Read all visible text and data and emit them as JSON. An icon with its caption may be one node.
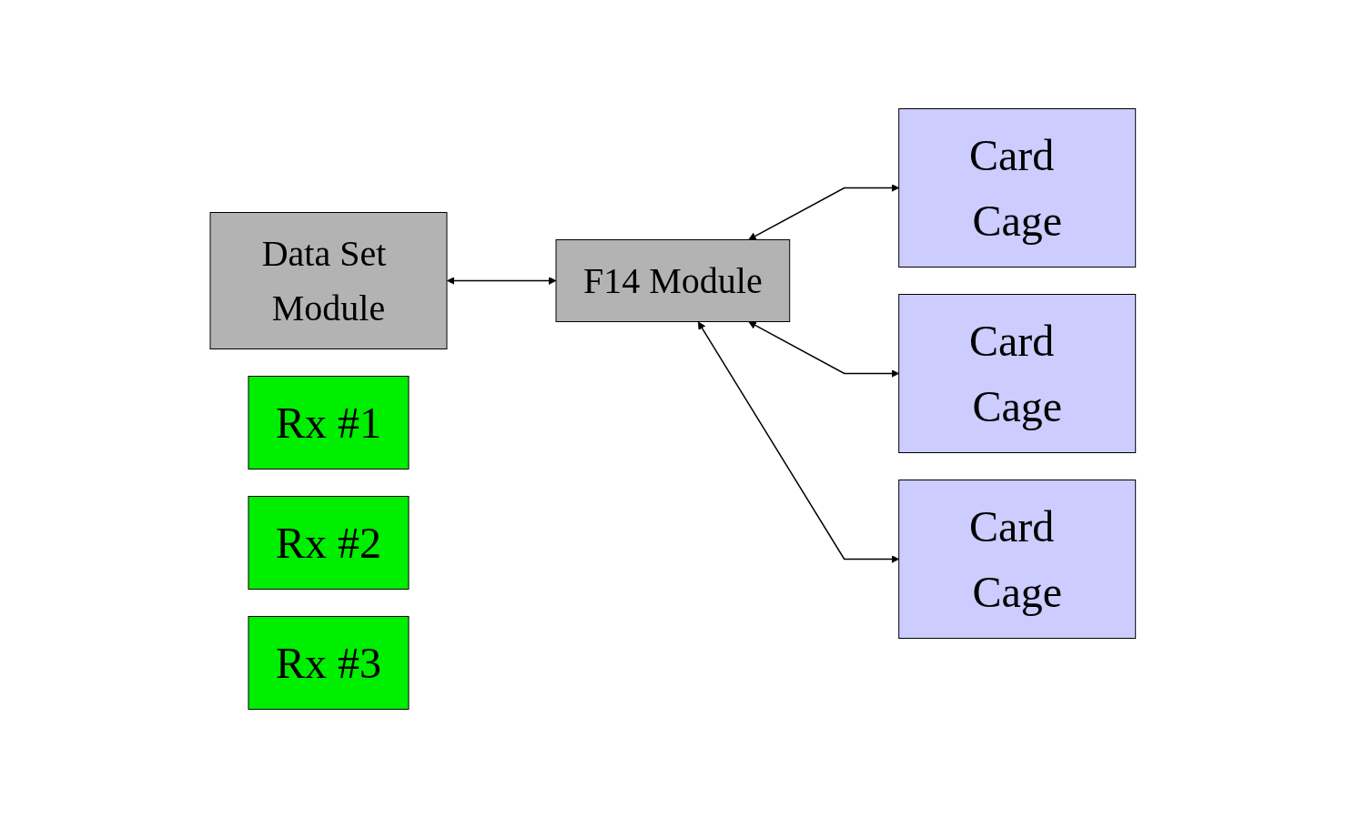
{
  "diagram": {
    "nodes": [
      {
        "text": [
          "Data Set Module"
        ]
      },
      {
        "text": [
          "F14 Module"
        ]
      },
      {
        "text": [
          "Card Cage"
        ]
      },
      {
        "text": [
          "Rx #1"
        ]
      },
      {
        "text": [
          "Card Cage"
        ]
      },
      {
        "text": [
          "Rx #2"
        ]
      },
      {
        "text": [
          "Card Cage"
        ]
      },
      {
        "text": [
          "Rx #3"
        ]
      }
    ],
    "edges": [
      {
        "from": 0,
        "to": 1,
        "arrow": "both"
      },
      {
        "from": 1,
        "to": 2,
        "arrow": "both"
      },
      {
        "from": 1,
        "to": 4,
        "arrow": "both"
      },
      {
        "from": 1,
        "to": 6,
        "arrow": "both"
      }
    ]
  }
}
